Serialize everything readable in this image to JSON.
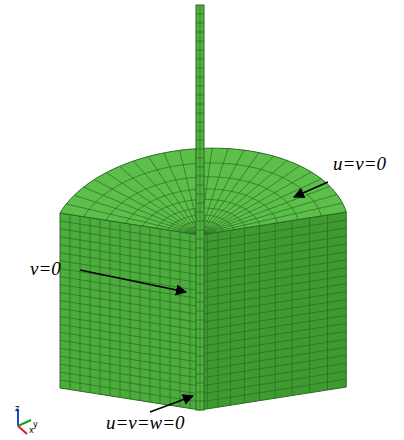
{
  "diagram": {
    "labels": [
      "u=v=0",
      "v=0",
      "u=v=w=0",
      "z",
      "y",
      "x"
    ]
  }
}
